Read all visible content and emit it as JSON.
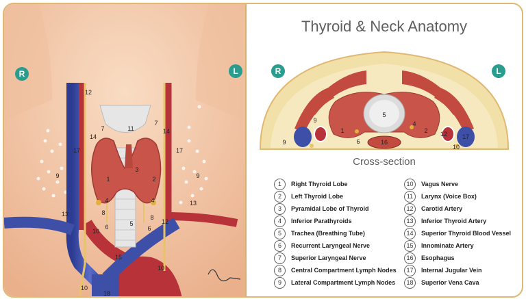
{
  "title": "Thyroid & Neck Anatomy",
  "subtitle": "Cross-section",
  "side_labels": {
    "right": "R",
    "left": "L"
  },
  "diagram_numbers": [
    "1",
    "2",
    "3",
    "4",
    "5",
    "6",
    "7",
    "8",
    "9",
    "10",
    "11",
    "12",
    "13",
    "14",
    "15",
    "16",
    "17",
    "18"
  ],
  "legend": [
    {
      "num": "1",
      "label": "Right Thyroid Lobe"
    },
    {
      "num": "2",
      "label": "Left Thyroid Lobe"
    },
    {
      "num": "3",
      "label": "Pyramidal Lobe of Thyroid"
    },
    {
      "num": "4",
      "label": "Inferior Parathyroids"
    },
    {
      "num": "5",
      "label": "Trachea (Breathing Tube)"
    },
    {
      "num": "6",
      "label": "Recurrent Laryngeal Nerve"
    },
    {
      "num": "7",
      "label": "Superior Laryngeal Nerve"
    },
    {
      "num": "8",
      "label": "Central Compartment Lymph Nodes"
    },
    {
      "num": "9",
      "label": "Lateral Compartment Lymph Nodes"
    },
    {
      "num": "10",
      "label": "Vagus Nerve"
    },
    {
      "num": "11",
      "label": "Larynx (Voice Box)"
    },
    {
      "num": "12",
      "label": "Carotid Artery"
    },
    {
      "num": "13",
      "label": "Inferior Thyroid Artery"
    },
    {
      "num": "14",
      "label": "Superior Thyroid Blood Vessel"
    },
    {
      "num": "15",
      "label": "Innominate Artery"
    },
    {
      "num": "16",
      "label": "Esophagus"
    },
    {
      "num": "17",
      "label": "Internal Jugular Vein"
    },
    {
      "num": "18",
      "label": "Superior Vena Cava"
    }
  ],
  "colors": {
    "skin": "#f4c9a8",
    "vein": "#3e4fa8",
    "artery": "#b8323a",
    "thyroid": "#c9544a",
    "nerve": "#e7c468",
    "trachea": "#e6e6e6",
    "accent": "#2a9d8f",
    "border": "#e0b874"
  }
}
